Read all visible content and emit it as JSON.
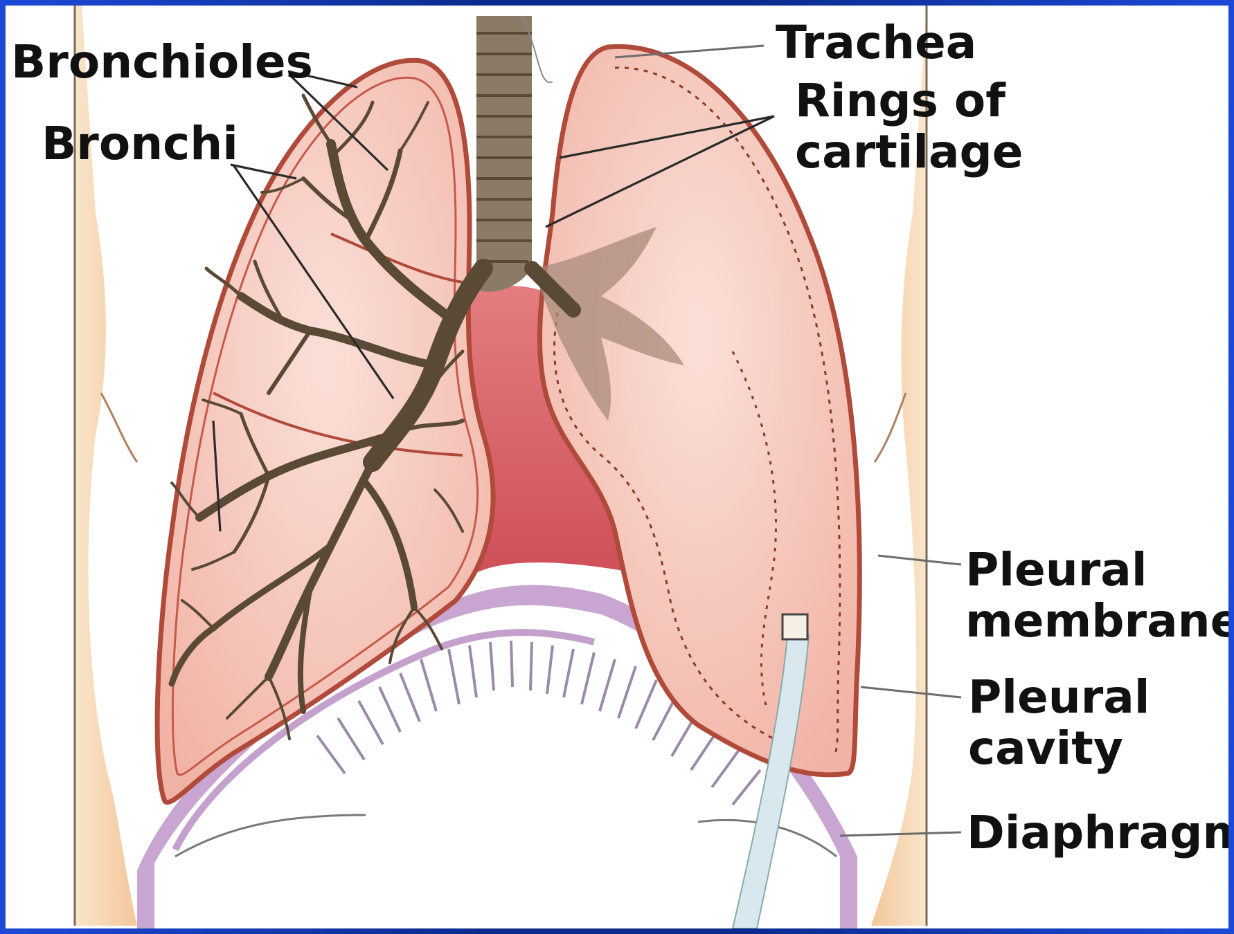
{
  "labels": {
    "bronchioles": "Bronchioles",
    "bronchi": "Bronchi",
    "trachea": "Trachea",
    "rings_line1": "Rings of",
    "rings_line2": "cartilage",
    "pleural_membrane_line1": "Pleural",
    "pleural_membrane_line2": "membrane",
    "pleural_cavity_line1": "Pleural",
    "pleural_cavity_line2": "cavity",
    "diaphragm": "Diaphragm"
  },
  "colors": {
    "border": "#0a2a8c",
    "lung_fill": "#f6c8bd",
    "lung_outline": "#b04a3a",
    "mediastinum": "#d9636b",
    "bronchial_tree": "#6e5e48",
    "skin": "#f7d6b0",
    "diaphragm": "#c9a6d2"
  }
}
